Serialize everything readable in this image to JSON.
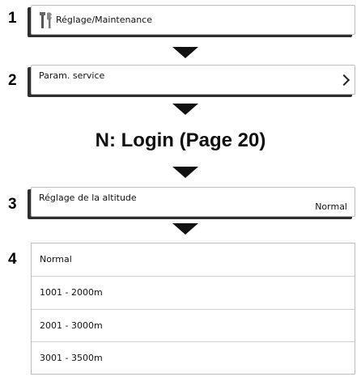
{
  "steps": [
    "1",
    "2",
    "3",
    "4"
  ],
  "panel1": {
    "icon": "wrench-icon",
    "label": "Réglage/Maintenance"
  },
  "panel2": {
    "label": "Param. service",
    "chevron_icon": "chevron-right-icon"
  },
  "login_text": "N: Login (Page 20)",
  "panel3": {
    "label": "Réglage de la altitude",
    "value": "Normal"
  },
  "options": [
    "Normal",
    "1001 - 2000m",
    "2001 - 3000m",
    "3001 - 3500m"
  ]
}
